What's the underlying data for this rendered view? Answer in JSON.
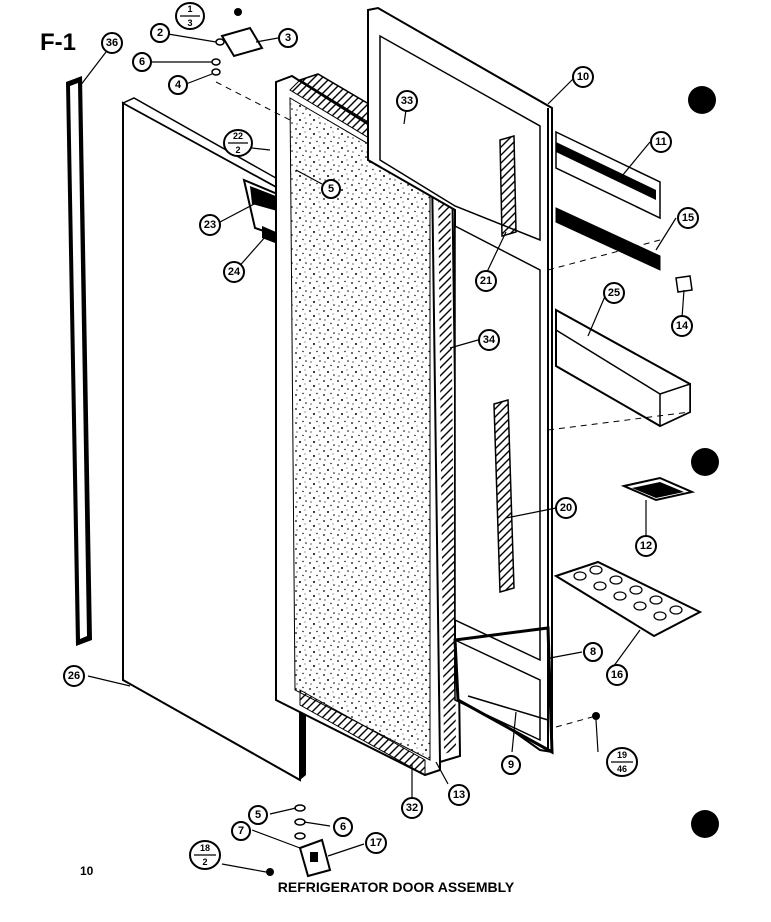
{
  "sheet_id": "F-1",
  "page_number": "10",
  "caption": "REFRIGERATOR DOOR ASSEMBLY",
  "callouts": [
    {
      "id": "c36",
      "text": "36"
    },
    {
      "id": "c1-3",
      "num": "1",
      "den": "3"
    },
    {
      "id": "c2",
      "text": "2"
    },
    {
      "id": "c3",
      "text": "3"
    },
    {
      "id": "c6a",
      "text": "6"
    },
    {
      "id": "c4",
      "text": "4"
    },
    {
      "id": "c22-2",
      "num": "22",
      "den": "2"
    },
    {
      "id": "c5a",
      "text": "5"
    },
    {
      "id": "c33",
      "text": "33"
    },
    {
      "id": "c10",
      "text": "10"
    },
    {
      "id": "c11",
      "text": "11"
    },
    {
      "id": "c15",
      "text": "15"
    },
    {
      "id": "c23",
      "text": "23"
    },
    {
      "id": "c24",
      "text": "24"
    },
    {
      "id": "c21",
      "text": "21"
    },
    {
      "id": "c25",
      "text": "25"
    },
    {
      "id": "c14",
      "text": "14"
    },
    {
      "id": "c34",
      "text": "34"
    },
    {
      "id": "c20",
      "text": "20"
    },
    {
      "id": "c12",
      "text": "12"
    },
    {
      "id": "c16",
      "text": "16"
    },
    {
      "id": "c26",
      "text": "26"
    },
    {
      "id": "c8",
      "text": "8"
    },
    {
      "id": "c9",
      "text": "9"
    },
    {
      "id": "c19-46",
      "num": "19",
      "den": "46"
    },
    {
      "id": "c32",
      "text": "32"
    },
    {
      "id": "c13",
      "text": "13"
    },
    {
      "id": "c5b",
      "text": "5"
    },
    {
      "id": "c6b",
      "text": "6"
    },
    {
      "id": "c7",
      "text": "7"
    },
    {
      "id": "c17",
      "text": "17"
    },
    {
      "id": "c18-2",
      "num": "18",
      "den": "2"
    }
  ]
}
